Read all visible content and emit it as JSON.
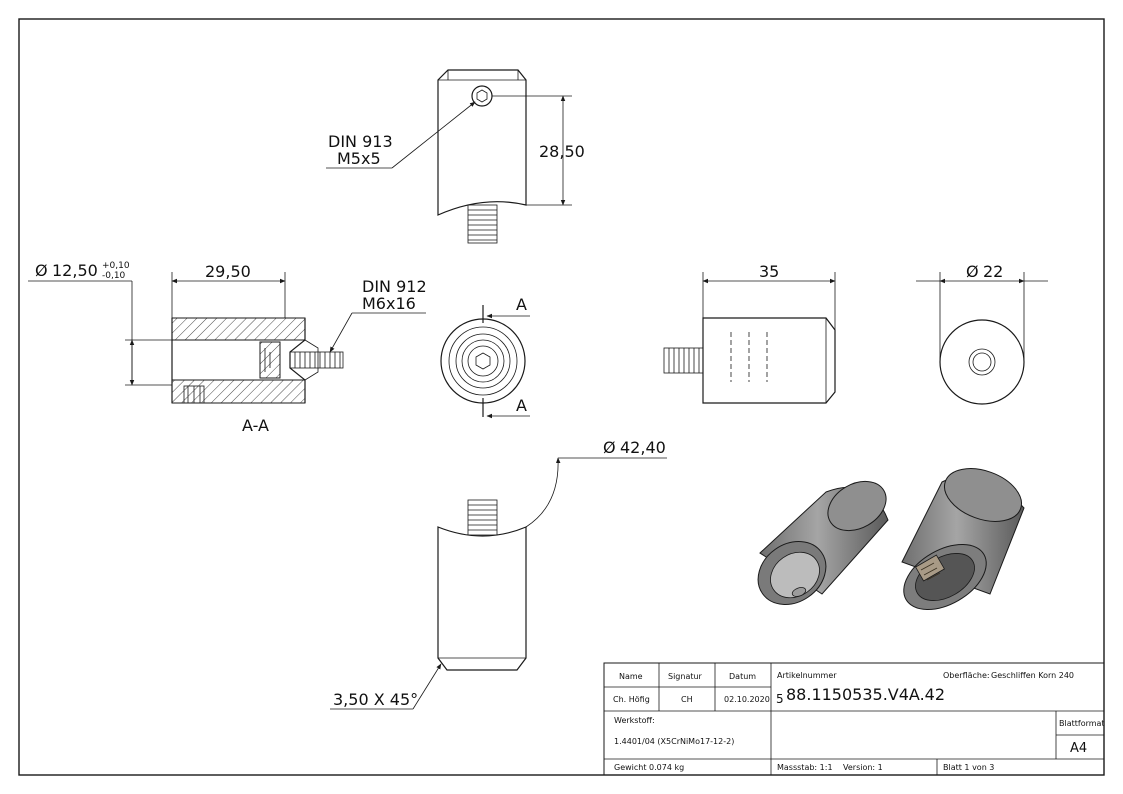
{
  "views": {
    "top": {
      "note_line1": "DIN 913",
      "note_line2": "M5x5",
      "height_dim": "28,50"
    },
    "section": {
      "dia_symbol": "Ø",
      "dia_value": "12,50",
      "tol_plus": "+0,10",
      "tol_minus": "-0,10",
      "length_dim": "29,50",
      "note_line1": "DIN 912",
      "note_line2": "M6x16",
      "label": "A-A"
    },
    "front": {
      "section_mark": "A"
    },
    "side": {
      "length_dim": "35"
    },
    "right": {
      "dia_symbol": "Ø",
      "dia_value": "22"
    },
    "bottom": {
      "dia_symbol": "Ø",
      "radius_dim": "42,40",
      "chamfer": "3,50 X 45°"
    }
  },
  "title_block": {
    "headers": {
      "name": "Name",
      "signature": "Signatur",
      "date": "Datum"
    },
    "row": {
      "name": "Ch. Höfig",
      "signature": "CH",
      "date": "02.10.2020"
    },
    "article_label": "Artikelnummer",
    "article_prefix": "5",
    "article_number": "88.1150535.V4A.42",
    "surface_label": "Oberfläche:",
    "surface_value": "Geschliffen Korn 240",
    "material_label": "Werkstoff:",
    "material_value": "1.4401/04 (X5CrNiMo17-12-2)",
    "sheet_format_label": "Blattformat",
    "sheet_format_value": "A4",
    "weight": "Gewicht 0.074 kg",
    "scale": "Massstab: 1:1",
    "version": "Version: 1",
    "sheet": "Blatt 1 von 3"
  }
}
